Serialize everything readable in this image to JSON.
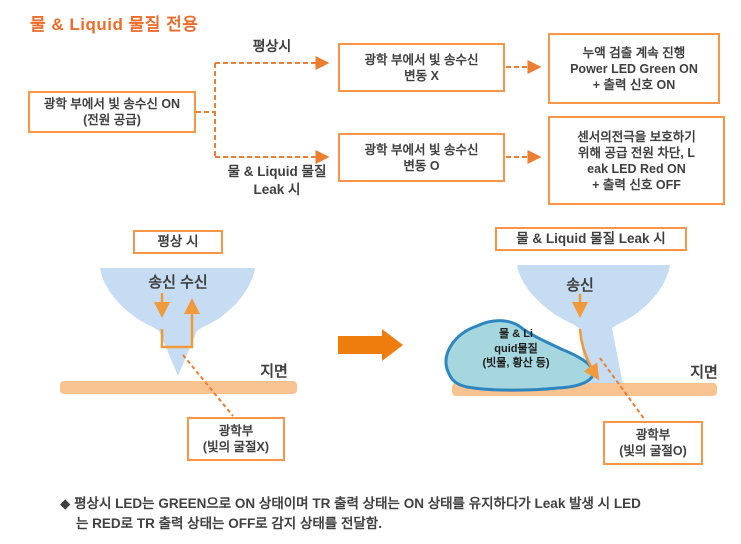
{
  "title": "물 & Liquid 물질 전용",
  "flow": {
    "source": {
      "l1": "광학 부에서 빛 송수신 ON",
      "l2": "(전원 공급)"
    },
    "normal_label": "평상시",
    "leak_label_l1": "물 & Liquid 물질",
    "leak_label_l2": "Leak 시",
    "mid_top": {
      "l1": "광학 부에서 빛 송수신",
      "l2": "변동 X"
    },
    "mid_bottom": {
      "l1": "광학 부에서 빛 송수신",
      "l2": "변동 O"
    },
    "result_top": {
      "l1": "누액 검출 계속 진행",
      "l2": "Power LED Green ON",
      "l3": "+ 출력 신호 ON"
    },
    "result_bottom": {
      "l1": "센서의전극을 보호하기",
      "l2": "위해 공급 전원 차단, L",
      "l3": "eak LED Red ON",
      "l4": "+ 출력 신호 OFF"
    }
  },
  "normal": {
    "title": "평상 시",
    "txrx": "송신 수신",
    "ground": "지면",
    "callout_l1": "광학부",
    "callout_l2": "(빛의 굴절X)"
  },
  "leak": {
    "title": "물 & Liquid 물질 Leak 시",
    "tx": "송신",
    "blob_l1": "물 & Li",
    "blob_l2": "quid물질",
    "blob_l3": "(빗물, 황산 등)",
    "ground": "지면",
    "callout_l1": "광학부",
    "callout_l2": "(빛의 굴절O)"
  },
  "footnote": {
    "l1": "◆ 평상시 LED는 GREEN으로 ON 상태이며 TR 출력 상태는 ON 상태를 유지하다가 Leak 발생 시 LED",
    "l2": "는 RED로 TR 출력 상태는 OFF로 감지 상태를 전달함."
  },
  "colors": {
    "box_border": "#F79646",
    "dash_arrow": "#ED7D31",
    "beam_arrow": "#F09A3C",
    "big_arrow": "#EE7D0D",
    "title_orange": "#ED6C2A",
    "funnel_blue": "#C5DCF3",
    "ground_peach": "#F9C291",
    "blob_fill": "#A6D6DE",
    "blob_stroke": "#2E86C1",
    "text_dark": "#3F3F3F"
  }
}
